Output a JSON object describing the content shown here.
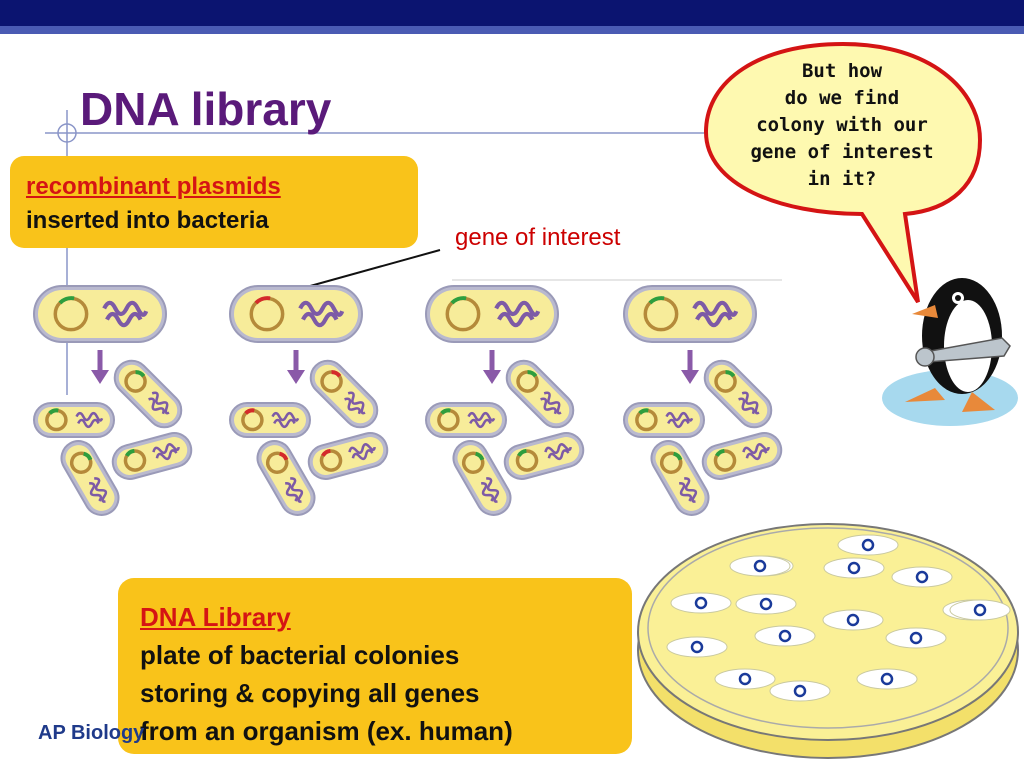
{
  "slide": {
    "title": "DNA library",
    "footer": "AP Biology",
    "top_bar_color": "#0b1470",
    "accent_color": "#f9c31a"
  },
  "callout_top": {
    "line1": "recombinant plasmids",
    "line2": "inserted into bacteria"
  },
  "gene_label": "gene of interest",
  "speech_bubble": {
    "lines": [
      "But how",
      "do we find",
      "colony with our",
      "gene of interest",
      "in it?"
    ]
  },
  "callout_bottom": {
    "heading": "DNA Library",
    "lines": [
      "plate of bacterial colonies",
      "storing & copying all genes",
      "from an organism (ex. human)"
    ]
  },
  "bacteria_groups": [
    {
      "plasmid_insert_color": "#2e9e3e"
    },
    {
      "plasmid_insert_color": "#d42a2a"
    },
    {
      "plasmid_insert_color": "#2e9e3e"
    },
    {
      "plasmid_insert_color": "#2e9e3e"
    }
  ],
  "petri_dish": {
    "colony_count": 16,
    "highlighted_colony_color": "#d42a2a"
  }
}
